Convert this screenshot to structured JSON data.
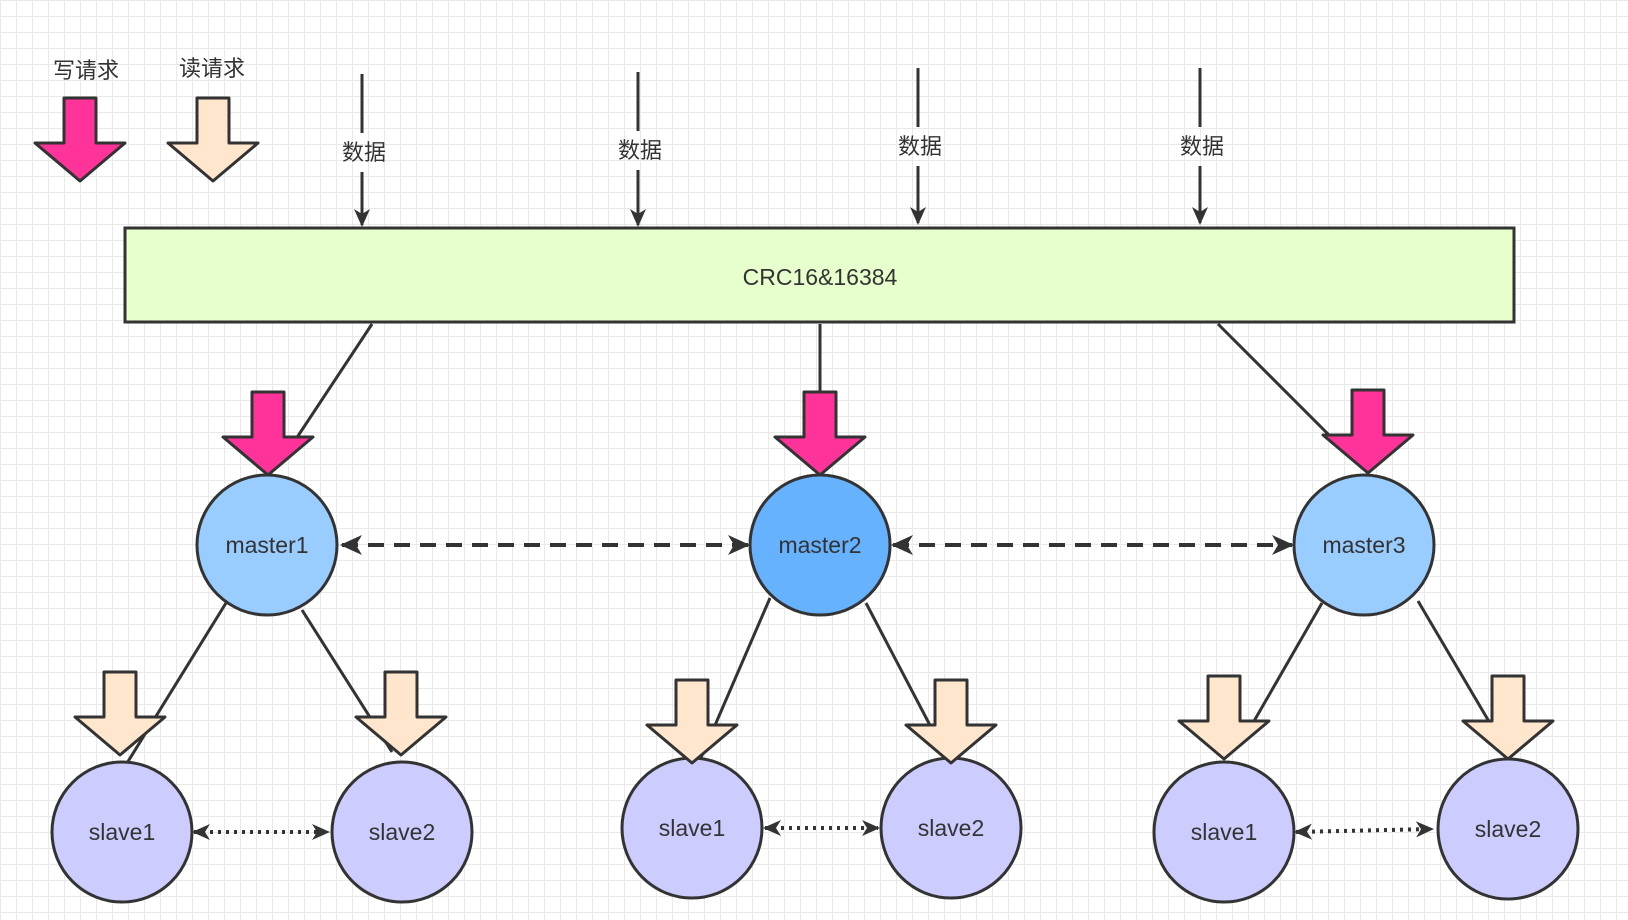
{
  "legend": {
    "write_label": "写请求",
    "read_label": "读请求"
  },
  "inputs": {
    "data_label": "数据"
  },
  "hash_box": {
    "label": "CRC16&16384"
  },
  "masters": [
    {
      "label": "master1"
    },
    {
      "label": "master2"
    },
    {
      "label": "master3"
    }
  ],
  "slaves": [
    {
      "label": "slave1"
    },
    {
      "label": "slave2"
    },
    {
      "label": "slave1"
    },
    {
      "label": "slave2"
    },
    {
      "label": "slave1"
    },
    {
      "label": "slave2"
    }
  ],
  "colors": {
    "write_arrow": "#ff3399",
    "read_arrow": "#ffe6cc",
    "hash_box_fill": "#e6ffcc",
    "master_fill": "#99ccff",
    "master_active_fill": "#66b2ff",
    "slave_fill": "#ccccff",
    "stroke": "#333333"
  }
}
